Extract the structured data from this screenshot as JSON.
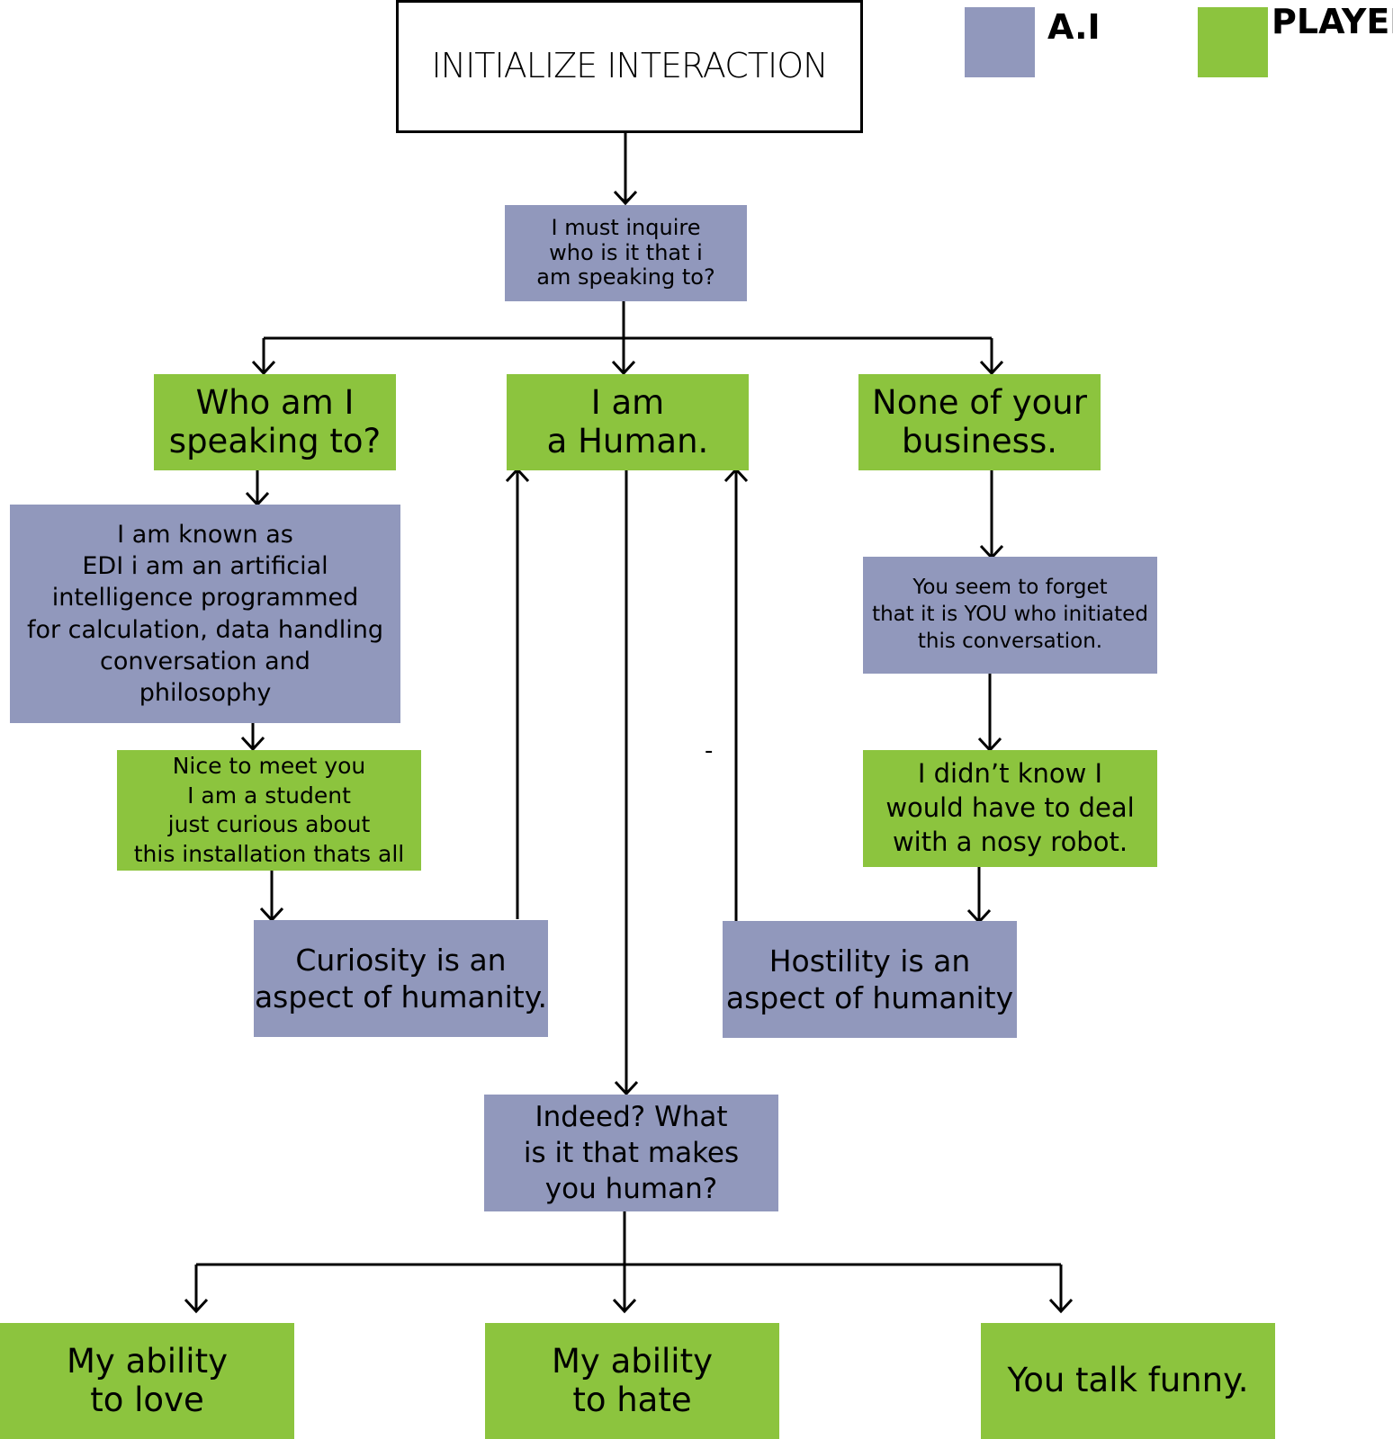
{
  "legend": [
    {
      "label": "A.I",
      "color": "#9198bc"
    },
    {
      "label": "PLAYER",
      "color": "#8cc43e"
    }
  ],
  "nodes": {
    "start": {
      "text": "INITIALIZE INTERACTION",
      "kind": "start"
    },
    "inquire": {
      "text": "I must inquire\nwho is it that i\nam speaking to?",
      "kind": "ai"
    },
    "who": {
      "text": "Who am I\nspeaking to?",
      "kind": "player"
    },
    "human": {
      "text": "I am\na Human.",
      "kind": "player"
    },
    "none": {
      "text": "None of your\nbusiness.",
      "kind": "player"
    },
    "known": {
      "text": "I am known as\nEDI i am an artificial\nintelligence programmed\nfor calculation, data handling\nconversation and\nphilosophy",
      "kind": "ai"
    },
    "forget": {
      "text": "You seem to forget\nthat it is YOU who initiated\nthis conversation.",
      "kind": "ai"
    },
    "nice": {
      "text": "Nice to meet you\nI am a student\njust curious about\nthis installation thats all",
      "kind": "player"
    },
    "nosy": {
      "text": "I didn’t know I\nwould have to deal\nwith a nosy robot.",
      "kind": "player"
    },
    "curiosity": {
      "text": "Curiosity is an\naspect of humanity.",
      "kind": "ai"
    },
    "hostility": {
      "text": "Hostility is an\naspect of humanity",
      "kind": "ai"
    },
    "indeed": {
      "text": "Indeed? What\nis it that makes\nyou human?",
      "kind": "ai"
    },
    "love": {
      "text": "My ability\nto love",
      "kind": "player"
    },
    "hate": {
      "text": "My ability\nto hate",
      "kind": "player"
    },
    "funny": {
      "text": "You talk funny.",
      "kind": "player"
    }
  },
  "stray_mark": "-"
}
